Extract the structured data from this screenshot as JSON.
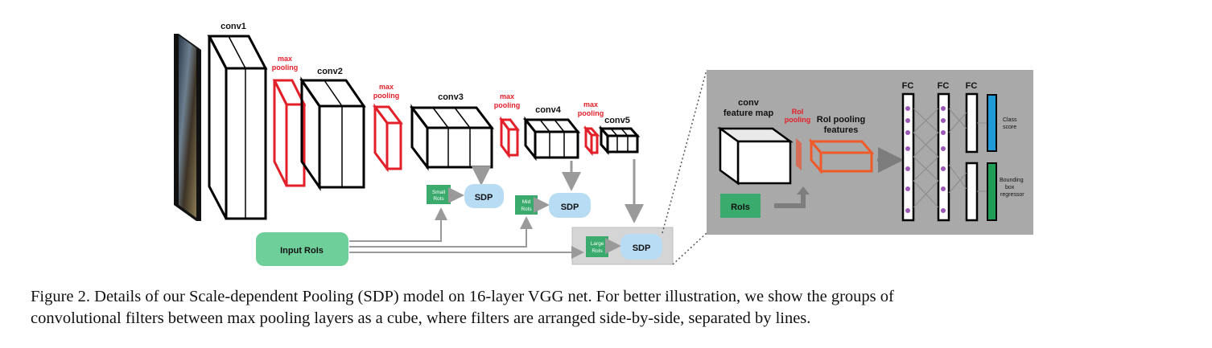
{
  "figure": {
    "layers": {
      "conv1": "conv1",
      "conv2": "conv2",
      "conv3": "conv3",
      "conv4": "conv4",
      "conv5": "conv5"
    },
    "max_pooling": [
      "max",
      "pooling"
    ],
    "sdp_label": "SDP",
    "small_rois": [
      "Small",
      "RoIs"
    ],
    "mid_rois": [
      "Mid",
      "RoIs"
    ],
    "large_rois": [
      "Large",
      "RoIs"
    ],
    "input_rois": "Input RoIs",
    "detail": {
      "conv_feature_map": [
        "conv",
        "feature map"
      ],
      "roi_pooling": [
        "RoI",
        "pooling"
      ],
      "roi_pooling_features": [
        "RoI pooling",
        "features"
      ],
      "rois": "RoIs",
      "fc": "FC",
      "class_score": [
        "Class",
        "score"
      ],
      "bbox_regressor": [
        "Bounding",
        "box",
        "regressor"
      ]
    },
    "colors": {
      "pool_red": "#e3202a",
      "sdp_blue": "#b9dcf5",
      "roi_green": "#3aab6c",
      "input_green": "#6fcf9b",
      "panel_gray": "#a9a9a9",
      "orange": "#f05a28",
      "neuron_purple": "#9b59b6",
      "class_blue": "#1e9ad6",
      "bbox_green": "#1f9d55"
    }
  },
  "caption": {
    "line1": "Figure 2. Details of our Scale-dependent Pooling (SDP) model on 16-layer VGG net.  For better illustration, we show the groups of",
    "line2": "convolutional filters between max pooling layers as a cube, where filters are arranged side-by-side, separated by lines."
  }
}
